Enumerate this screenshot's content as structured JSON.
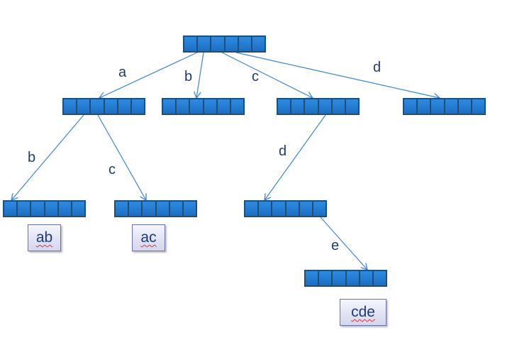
{
  "colors": {
    "node_fill": "#1a6fc4",
    "node_border": "#1f4e79",
    "edge": "#3a86d8",
    "label": "#1f3a7a"
  },
  "edge_labels": {
    "root_a": "a",
    "root_b": "b",
    "root_c": "c",
    "root_d": "d",
    "a_b": "b",
    "a_c": "c",
    "c_d": "d",
    "cd_e": "e"
  },
  "results": {
    "ab": "ab",
    "ac": "ac",
    "cde": "cde"
  },
  "cells_per_node": 6
}
